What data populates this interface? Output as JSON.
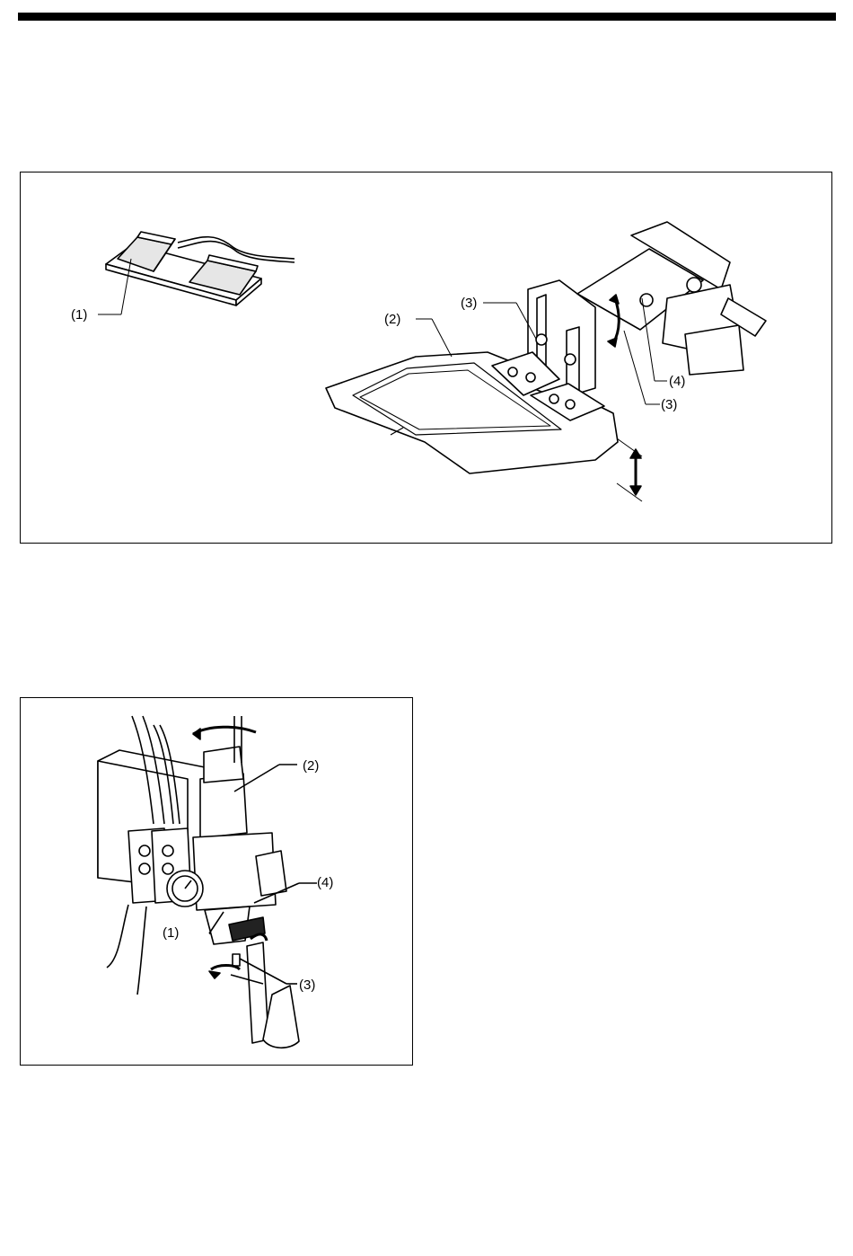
{
  "figure1": {
    "callouts": {
      "pedal": "(1)",
      "work_clamp": "(2)",
      "bracket_upper": "(3)",
      "bracket_lower": "(3)",
      "screw": "(4)"
    }
  },
  "figure2": {
    "callouts": {
      "regulator_bowl": "(1)",
      "regulator_knob": "(2)",
      "drain_cock": "(3)",
      "air_cock": "(4)"
    }
  }
}
